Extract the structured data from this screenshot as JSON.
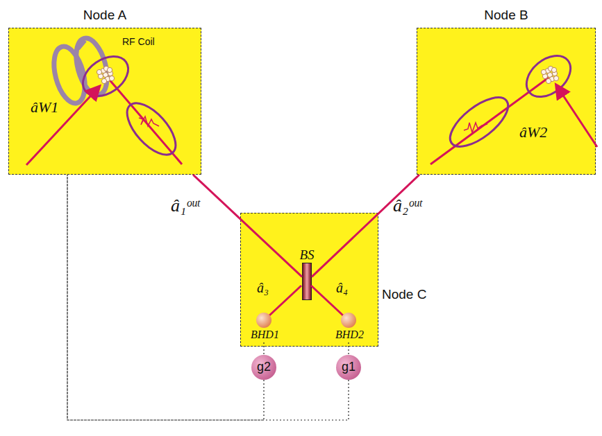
{
  "diagram": {
    "nodes": [
      {
        "text": [
          "Node A"
        ]
      },
      {
        "text": [
          "Node B"
        ]
      },
      {
        "text": [
          "Node C"
        ]
      },
      {
        "text": [
          "BS"
        ],
        "in": 2
      },
      {
        "text": [
          "g2"
        ]
      },
      {
        "text": [
          "g1"
        ]
      }
    ],
    "edges": [
      {
        "from": 0,
        "to": 3,
        "arrow": "none",
        "label": "â₁ᵒᵘᵗ"
      },
      {
        "from": 1,
        "to": 3,
        "arrow": "none",
        "label": "â₂ᵒᵘᵗ"
      },
      {
        "from": 4,
        "to": 0,
        "arrow": "none"
      },
      {
        "from": 5,
        "to": 0,
        "arrow": "none"
      }
    ],
    "labels": [
      "RF Coil",
      "âW1",
      "âW2",
      "â₃",
      "â₄",
      "BHD1",
      "BHD2"
    ]
  }
}
